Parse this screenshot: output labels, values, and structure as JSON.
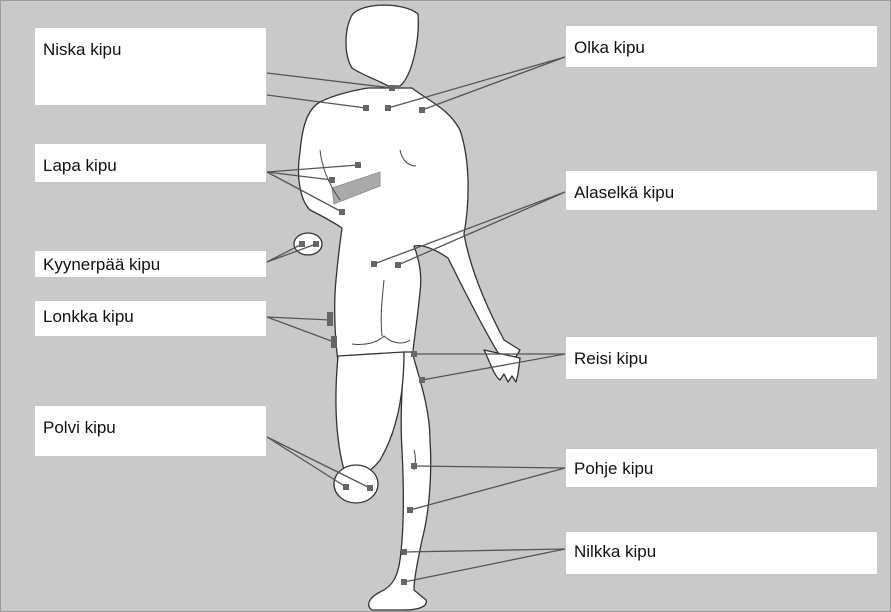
{
  "labels": {
    "neck": "Niska kipu",
    "shoulder": "Olka kipu",
    "scapula": "Lapa kipu",
    "low_back": "Alaselkä kipu",
    "elbow": "Kyynerpää kipu",
    "hip": "Lonkka kipu",
    "thigh": "Reisi kipu",
    "knee": "Polvi kipu",
    "calf": "Pohje kipu",
    "ankle": "Nilkka kipu"
  },
  "colors": {
    "background": "#c9c9c9",
    "label_box": "#ffffff",
    "body_outline": "#333333",
    "body_fill": "#ffffff",
    "pointer": "#555555",
    "marker": "#666666",
    "highlight_band": "#aaaaaa"
  }
}
